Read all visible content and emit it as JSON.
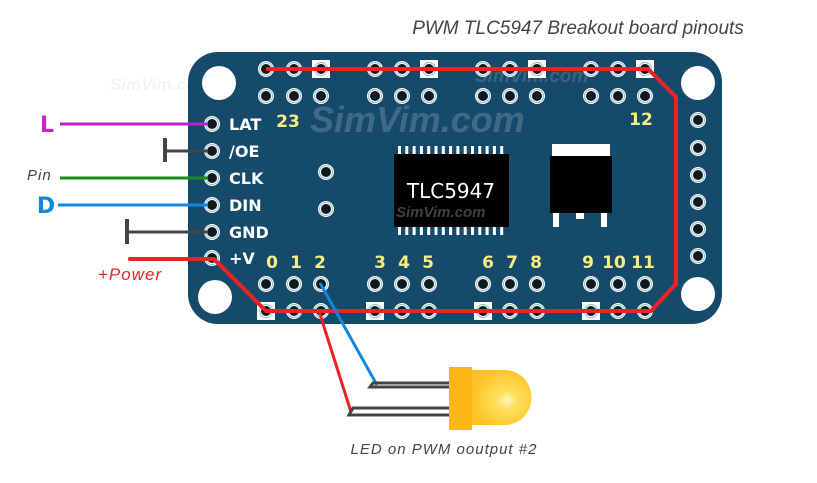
{
  "title": "PWM TLC5947 Breakout board pinouts",
  "watermark": "SimVim.com",
  "chip_label": "TLC5947",
  "left_pins": [
    {
      "label": "LAT",
      "signal": "L",
      "signal_color": "#cc22cc",
      "wire_color": "#bb22cc",
      "connection": "wire"
    },
    {
      "label": "/OE",
      "signal": "",
      "wire_color": "#444444",
      "connection": "ground"
    },
    {
      "label": "CLK",
      "signal": "Pin",
      "signal_color": "#444444",
      "wire_color": "#1a8a1a",
      "connection": "wire"
    },
    {
      "label": "DIN",
      "signal": "D",
      "signal_color": "#1188dd",
      "wire_color": "#1188dd",
      "connection": "wire"
    },
    {
      "label": "GND",
      "signal": "",
      "wire_color": "#444444",
      "connection": "ground"
    },
    {
      "label": "+V",
      "signal": "+Power",
      "signal_color": "#ee2222",
      "wire_color": "#ee2222",
      "connection": "power"
    }
  ],
  "channel_labels_bottom": [
    "0",
    "1",
    "2",
    "3",
    "4",
    "5",
    "6",
    "7",
    "8",
    "9",
    "10",
    "11"
  ],
  "channel_labels_top": [
    "23",
    "12"
  ],
  "led": {
    "caption": "LED on PWM ooutput #2",
    "channel": "2",
    "color": "#ffc020"
  },
  "colors": {
    "board": "#154a6b",
    "power_trace": "#ee2222",
    "highlight_number": "#f6ec80"
  }
}
